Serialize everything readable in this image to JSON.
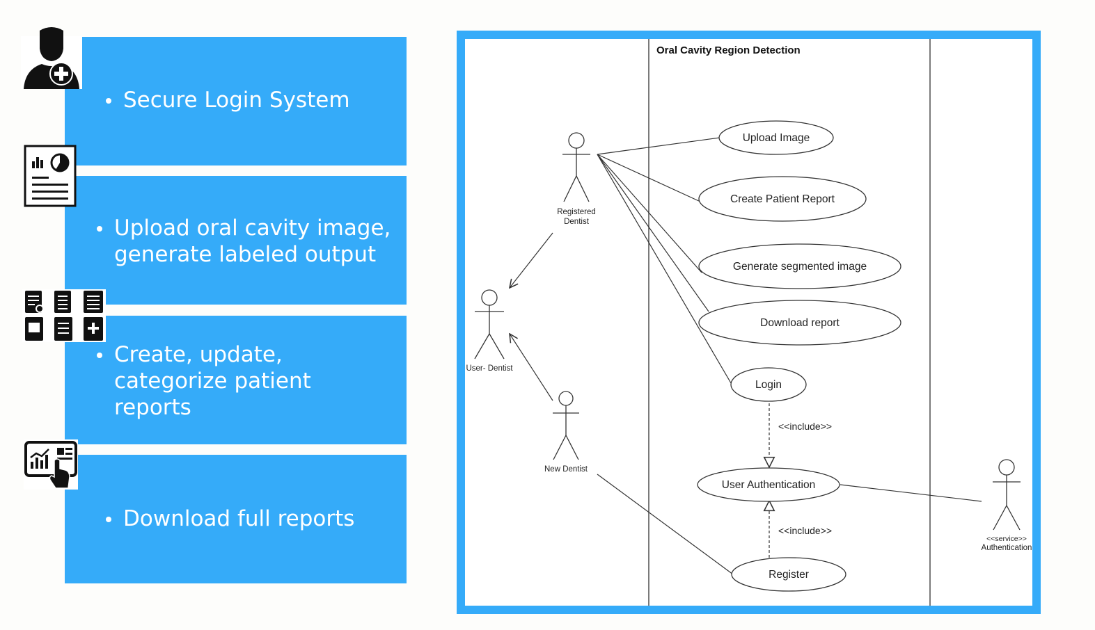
{
  "features": {
    "items": [
      {
        "text": "Secure Login System",
        "icon": "doctor-icon"
      },
      {
        "text": "Upload oral cavity image, generate labeled output",
        "icon": "report-chart-icon"
      },
      {
        "text": "Create, update, categorize patient reports",
        "icon": "clipboard-grid-icon"
      },
      {
        "text": "Download full reports",
        "icon": "tablet-touch-chart-icon"
      }
    ]
  },
  "colors": {
    "accent": "#35abf9",
    "text": "#ffffff"
  },
  "diagram": {
    "title": "Oral Cavity Region Detection",
    "use_cases": {
      "upload_image": "Upload Image",
      "create_patient_report": "Create Patient Report",
      "generate_segmented_image": "Generate segmented image",
      "download_report": "Download report",
      "login": "Login",
      "user_authentication": "User Authentication",
      "register": "Register"
    },
    "actors": {
      "registered_dentist": [
        "Registered",
        "Dentist"
      ],
      "user_dentist": "User- Dentist",
      "new_dentist": "New Dentist",
      "auth_service": [
        "<<service>>",
        "Authentication"
      ]
    },
    "stereotypes": {
      "include_top": "<<include>>",
      "include_bottom": "<<include>>"
    }
  }
}
